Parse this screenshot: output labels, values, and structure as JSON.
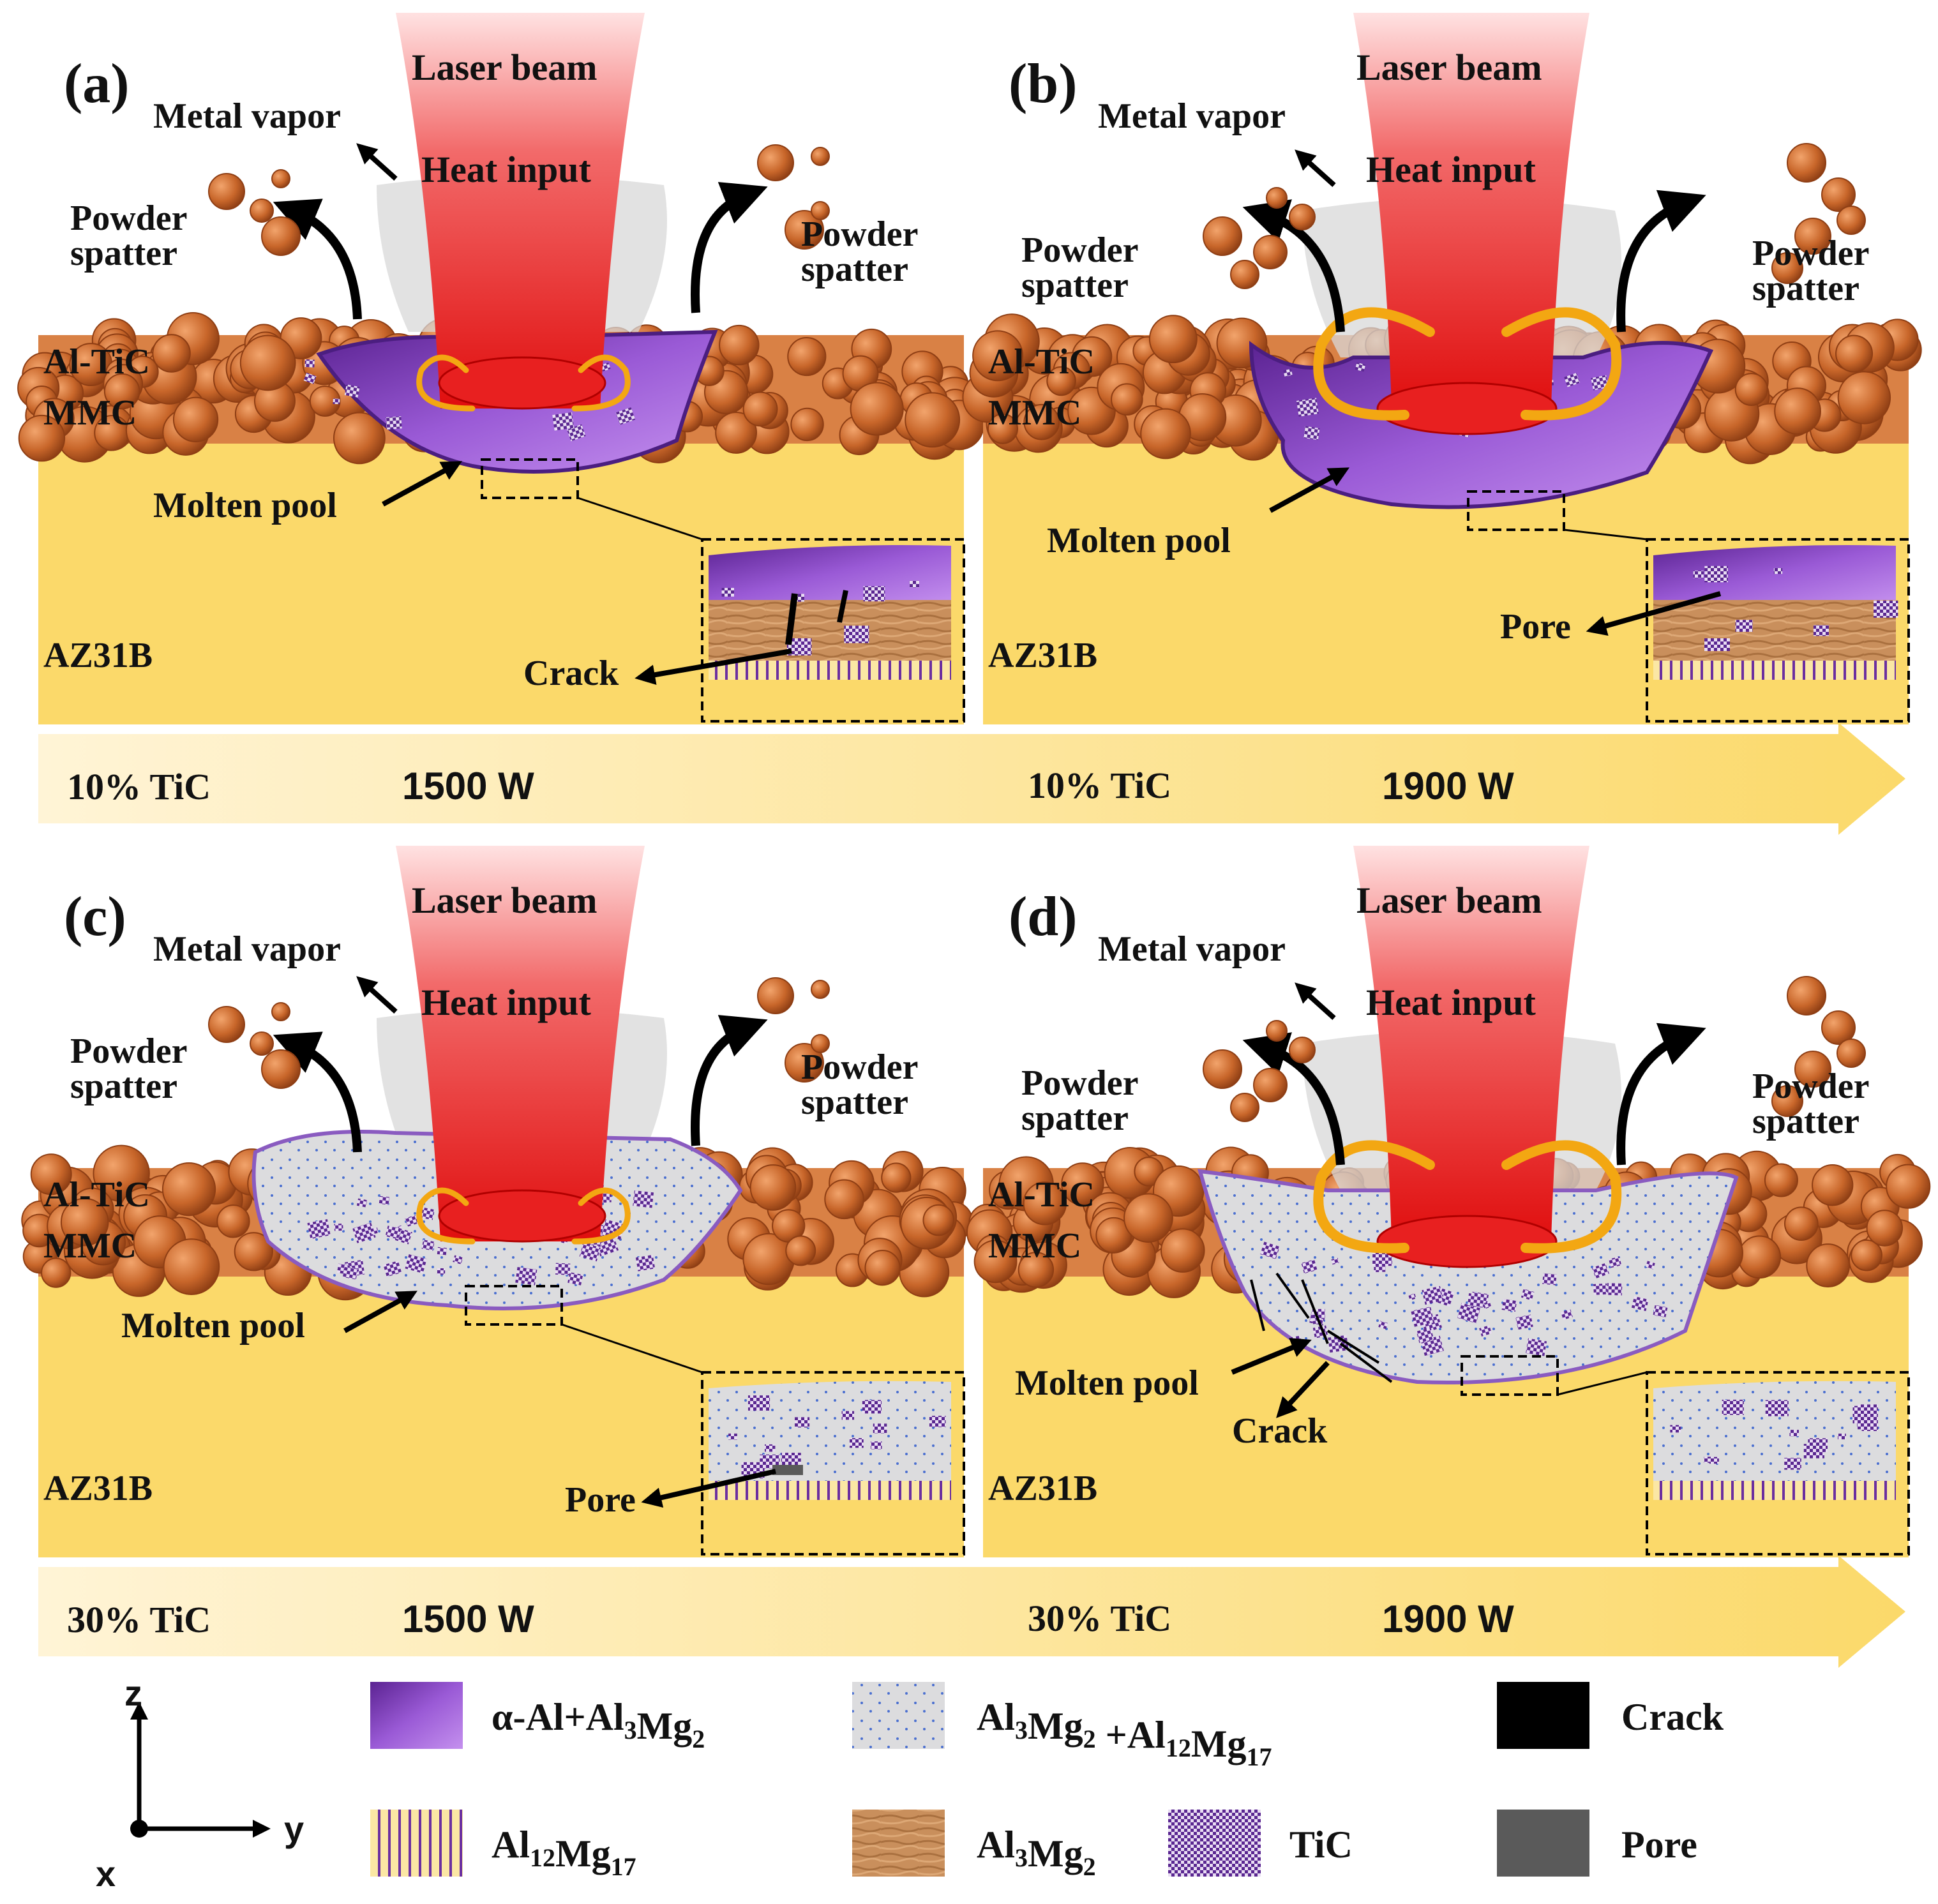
{
  "colors": {
    "substrate": "#FBD96A",
    "powder": "#C8662A",
    "laser": "#E01515",
    "purple_phase": "#8A48C8",
    "gray_phase": "#D9D9DB",
    "al3mg2_brown": "#C98F5C",
    "tic_checker": "#6B2FA0",
    "flow_arrow": "#F3A712",
    "crack": "#000000",
    "pore": "#5A5A5A",
    "band": "#FBD96A"
  },
  "panels": [
    {
      "tag": "(a)",
      "laser": "Laser beam",
      "heat": "Heat input",
      "vapor": "Metal vapor",
      "spatter": "Powder\nspatter",
      "mmc1": "Al-TiC",
      "mmc2": "MMC",
      "pool": "Molten pool",
      "substrate": "AZ31B",
      "inset_label": "Crack",
      "crack_label": ""
    },
    {
      "tag": "(b)",
      "laser": "Laser beam",
      "heat": "Heat input",
      "vapor": "Metal vapor",
      "spatter": "Powder\nspatter",
      "mmc1": "Al-TiC",
      "mmc2": "MMC",
      "pool": "Molten pool",
      "substrate": "AZ31B",
      "inset_label": "Pore",
      "crack_label": ""
    },
    {
      "tag": "(c)",
      "laser": "Laser beam",
      "heat": "Heat input",
      "vapor": "Metal vapor",
      "spatter": "Powder\nspatter",
      "mmc1": "Al-TiC",
      "mmc2": "MMC",
      "pool": "Molten pool",
      "substrate": "AZ31B",
      "inset_label": "Pore",
      "crack_label": ""
    },
    {
      "tag": "(d)",
      "laser": "Laser beam",
      "heat": "Heat input",
      "vapor": "Metal vapor",
      "spatter": "Powder\nspatter",
      "mmc1": "Al-TiC",
      "mmc2": "MMC",
      "pool": "Molten pool",
      "substrate": "AZ31B",
      "inset_label": "",
      "crack_label": "Crack"
    }
  ],
  "bands": [
    {
      "left_tic": "10% TiC",
      "left_power": "1500 W",
      "right_tic": "10% TiC",
      "right_power": "1900 W"
    },
    {
      "left_tic": "30% TiC",
      "left_power": "1500 W",
      "right_tic": "30% TiC",
      "right_power": "1900 W"
    }
  ],
  "axes": {
    "z": "z",
    "y": "y",
    "x": "x"
  },
  "legend": {
    "purple": {
      "base": "α-Al+Al",
      "s1": "3",
      "mid": "Mg",
      "s2": "2",
      "tail": ""
    },
    "gray": {
      "base": "Al",
      "s1": "3",
      "mid": "Mg",
      "s2": "2",
      "plus": " +Al",
      "s3": "12",
      "mid2": "Mg",
      "s4": "17"
    },
    "crack": "Crack",
    "striped": {
      "base": "Al",
      "s1": "12",
      "mid": "Mg",
      "s2": "17"
    },
    "brown": {
      "base": "Al",
      "s1": "3",
      "mid": "Mg",
      "s2": "2"
    },
    "tic": "TiC",
    "pore": "Pore"
  }
}
